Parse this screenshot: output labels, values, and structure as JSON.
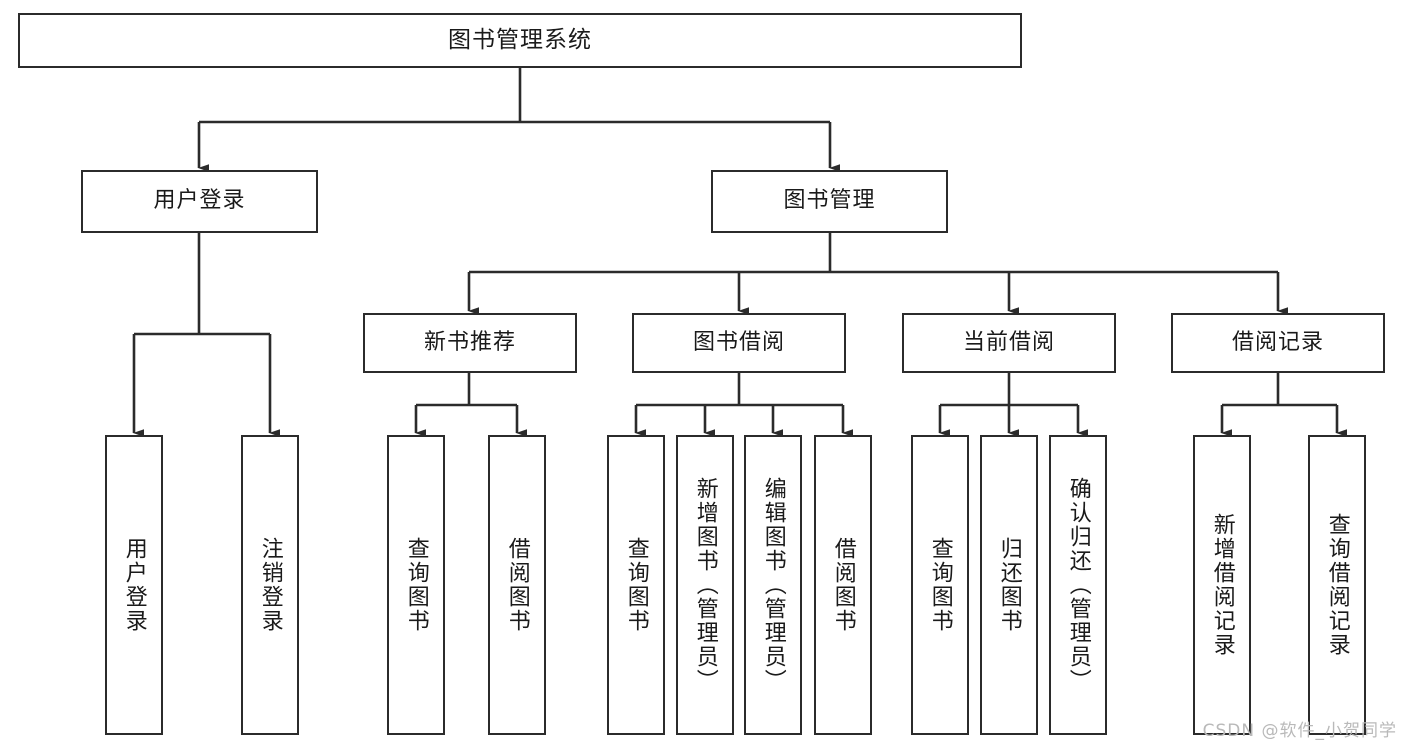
{
  "diagram": {
    "type": "tree-hierarchy",
    "title": "图书管理系统",
    "watermark": "CSDN @软件_小贺同学",
    "colors": {
      "background": "#ffffff",
      "box_border": "#2b2b2b",
      "connector": "#2b2b2b",
      "text": "#1a1a1a",
      "watermark": "#b9b9b9"
    },
    "nodes": {
      "root": {
        "label": "图书管理系统"
      },
      "level2": [
        {
          "id": "user-login",
          "label": "用户登录"
        },
        {
          "id": "book-management",
          "label": "图书管理"
        }
      ],
      "level3": [
        {
          "id": "new-book-recommend",
          "label": "新书推荐"
        },
        {
          "id": "book-borrow",
          "label": "图书借阅"
        },
        {
          "id": "current-borrow",
          "label": "当前借阅"
        },
        {
          "id": "borrow-record",
          "label": "借阅记录"
        }
      ],
      "leaves": {
        "user_login": [
          {
            "id": "leaf-user-login",
            "label": "用户登录"
          },
          {
            "id": "leaf-logout",
            "label": "注销登录"
          }
        ],
        "new_book_recommend": [
          {
            "id": "leaf-query-book-1",
            "label": "查询图书"
          },
          {
            "id": "leaf-borrow-book-1",
            "label": "借阅图书"
          }
        ],
        "book_borrow": [
          {
            "id": "leaf-query-book-2",
            "label": "查询图书"
          },
          {
            "id": "leaf-add-book",
            "label": "新增图书（管理员）"
          },
          {
            "id": "leaf-edit-book",
            "label": "编辑图书（管理员）"
          },
          {
            "id": "leaf-borrow-book-2",
            "label": "借阅图书"
          }
        ],
        "current_borrow": [
          {
            "id": "leaf-query-book-3",
            "label": "查询图书"
          },
          {
            "id": "leaf-return-book",
            "label": "归还图书"
          },
          {
            "id": "leaf-confirm-return",
            "label": "确认归还（管理员）"
          }
        ],
        "borrow_record": [
          {
            "id": "leaf-add-record",
            "label": "新增借阅记录"
          },
          {
            "id": "leaf-query-record",
            "label": "查询借阅记录"
          }
        ]
      }
    }
  }
}
